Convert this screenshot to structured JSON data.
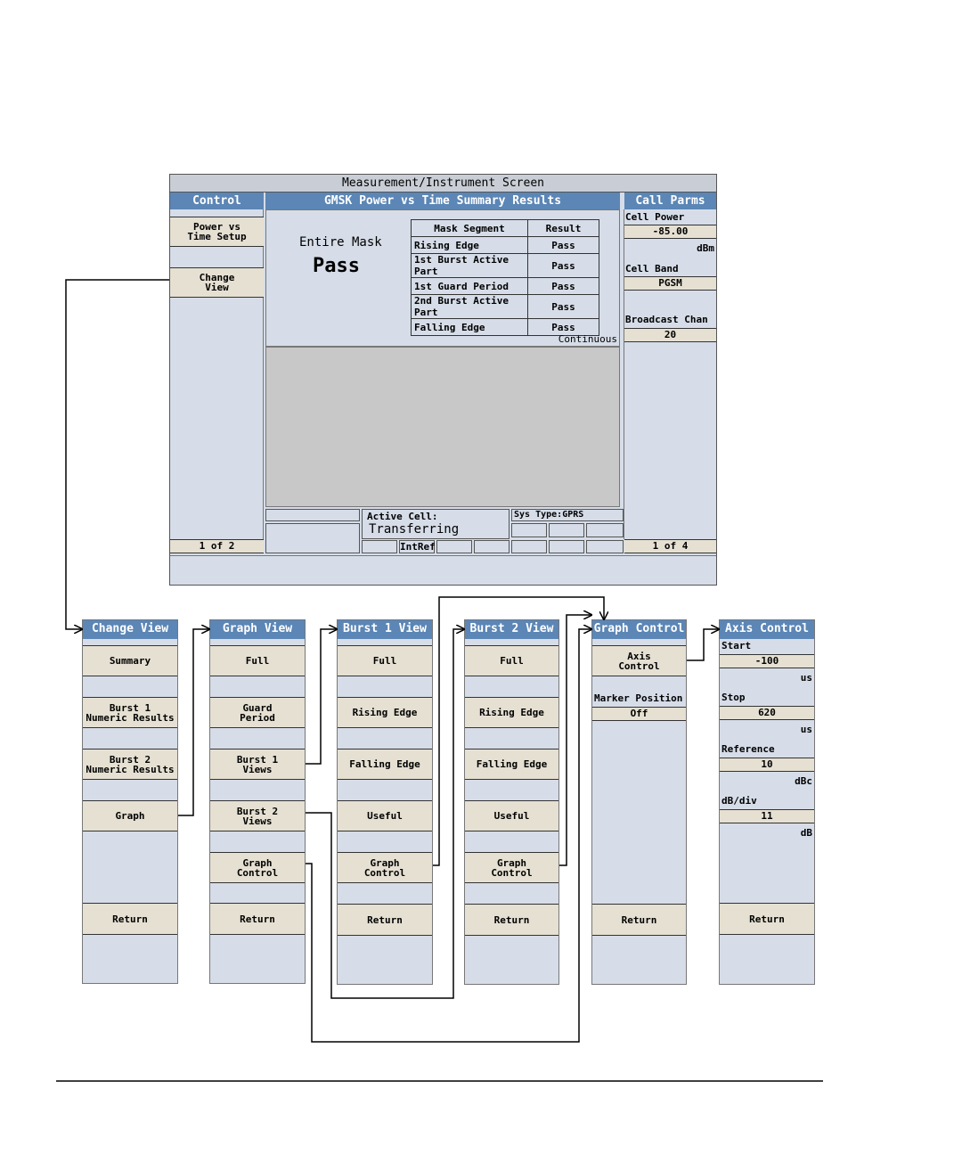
{
  "screen": {
    "title": "Measurement/Instrument Screen",
    "control": {
      "header": "Control",
      "power_vs_time_setup": "Power vs Time Setup",
      "change_view": "Change View",
      "page": "1 of 2"
    },
    "results": {
      "header": "GMSK Power vs Time Summary Results",
      "entire_mask_label": "Entire Mask",
      "entire_mask_value": "Pass",
      "columns": [
        "Mask Segment",
        "Result"
      ],
      "rows": [
        [
          "Rising Edge",
          "Pass"
        ],
        [
          "1st Burst Active Part",
          "Pass"
        ],
        [
          "1st Guard Period",
          "Pass"
        ],
        [
          "2nd Burst Active Part",
          "Pass"
        ],
        [
          "Falling Edge",
          "Pass"
        ]
      ],
      "mode": "Continuous"
    },
    "call_parms": {
      "header": "Call Parms",
      "cell_power_label": "Cell Power",
      "cell_power_value": "-85.00",
      "cell_power_unit": "dBm",
      "cell_band_label": "Cell Band",
      "cell_band_value": "PGSM",
      "broadcast_chan_label": "Broadcast Chan",
      "broadcast_chan_value": "20",
      "page": "1 of 4"
    },
    "status": {
      "active_cell_label": "Active Cell:",
      "active_cell_value": "Transferring",
      "sys_type_label": "Sys Type:",
      "sys_type_value": "GPRS",
      "intref": "IntRef"
    }
  },
  "menus": {
    "change_view": {
      "header": "Change View",
      "summary": "Summary",
      "burst1_numeric_l1": "Burst 1",
      "burst1_numeric_l2": "Numeric Results",
      "burst2_numeric_l1": "Burst 2",
      "burst2_numeric_l2": "Numeric Results",
      "graph": "Graph",
      "return": "Return"
    },
    "graph_view": {
      "header": "Graph View",
      "full": "Full",
      "guard_l1": "Guard",
      "guard_l2": "Period",
      "burst1_l1": "Burst 1",
      "burst1_l2": "Views",
      "burst2_l1": "Burst 2",
      "burst2_l2": "Views",
      "graph_ctrl_l1": "Graph",
      "graph_ctrl_l2": "Control",
      "return": "Return"
    },
    "burst1_view": {
      "header": "Burst 1 View",
      "full": "Full",
      "rising": "Rising Edge",
      "falling": "Falling Edge",
      "useful": "Useful",
      "graph_ctrl_l1": "Graph",
      "graph_ctrl_l2": "Control",
      "return": "Return"
    },
    "burst2_view": {
      "header": "Burst 2 View",
      "full": "Full",
      "rising": "Rising Edge",
      "falling": "Falling Edge",
      "useful": "Useful",
      "graph_ctrl_l1": "Graph",
      "graph_ctrl_l2": "Control",
      "return": "Return"
    },
    "graph_control": {
      "header": "Graph Control",
      "axis_l1": "Axis",
      "axis_l2": "Control",
      "marker_label": "Marker Position",
      "marker_value": "Off",
      "return": "Return"
    },
    "axis_control": {
      "header": "Axis Control",
      "start_label": "Start",
      "start_value": "-100",
      "start_unit": "us",
      "stop_label": "Stop",
      "stop_value": "620",
      "stop_unit": "us",
      "reference_label": "Reference",
      "reference_value": "10",
      "reference_unit": "dBc",
      "dbdiv_label": "dB/div",
      "dbdiv_value": "11",
      "dbdiv_unit": "dB",
      "return": "Return"
    }
  }
}
